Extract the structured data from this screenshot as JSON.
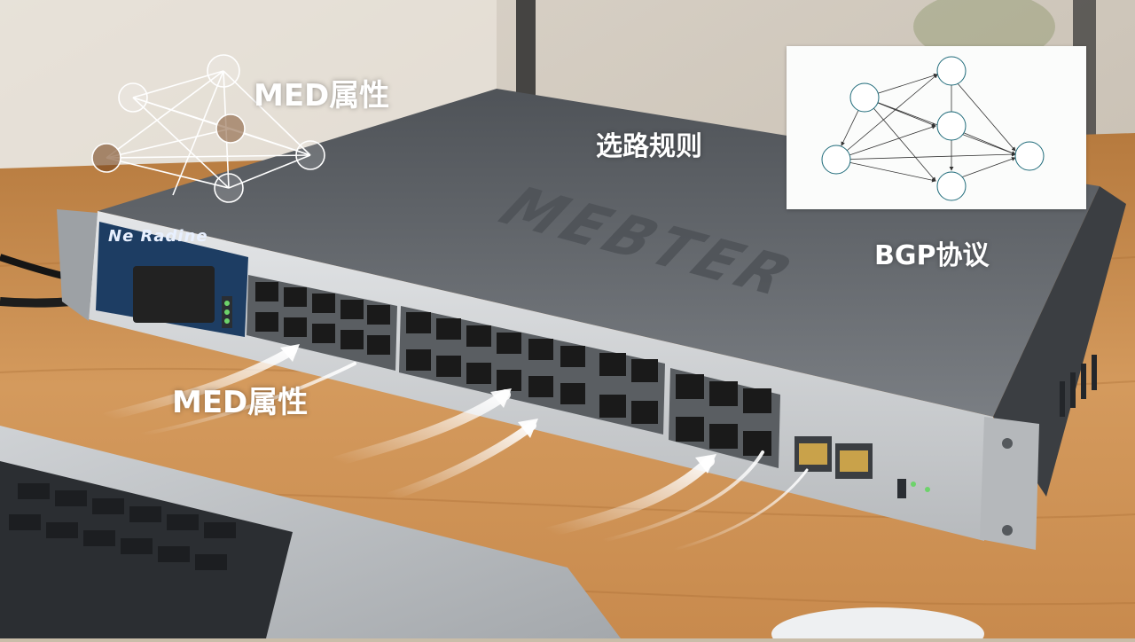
{
  "overlay": {
    "med_top": "MED属性",
    "select_rule": "选路规则",
    "bgp": "BGP协议",
    "med_bottom": "MED属性"
  },
  "device": {
    "brand": "Ne Radine",
    "engraving": "MEBTER"
  },
  "colors": {
    "overlay_text": "#ffffff",
    "desk_wood": "#c58a4e",
    "chassis": "#6f7378",
    "front_panel": "#d2d5d8",
    "brand_strip": "#1d3d63",
    "diagram_node": "#1f6b7a"
  }
}
